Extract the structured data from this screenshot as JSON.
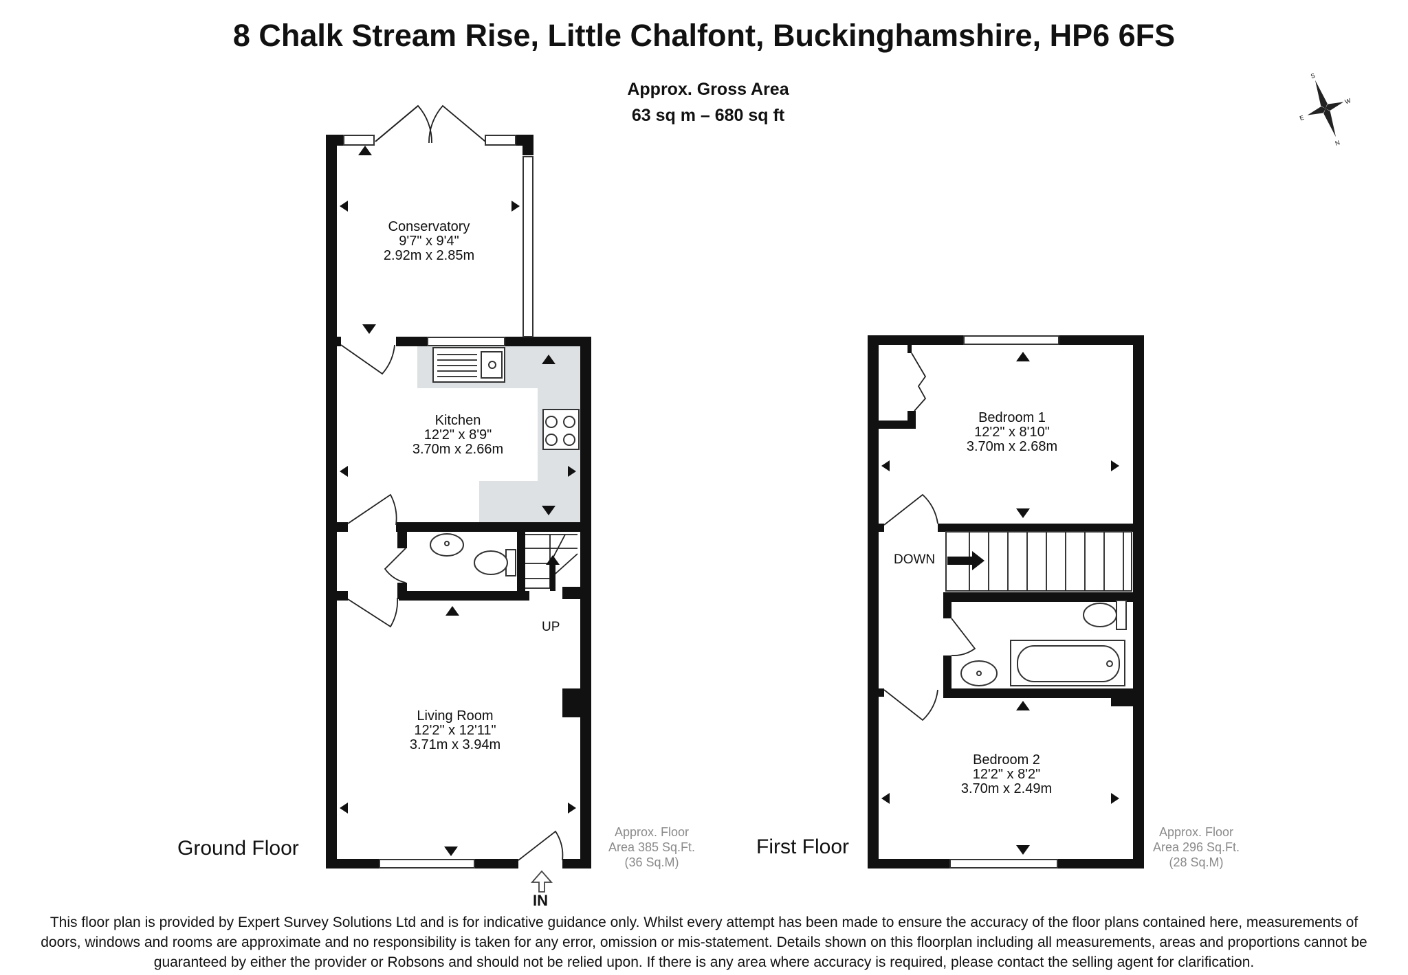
{
  "title": "8 Chalk Stream Rise, Little Chalfont, Buckinghamshire, HP6 6FS",
  "gross_area": {
    "label": "Approx. Gross Area",
    "value": "63 sq m – 680 sq ft"
  },
  "compass": {
    "icon": "compass-rose-icon",
    "letters": [
      "S",
      "W",
      "E",
      "N"
    ]
  },
  "ground_floor": {
    "label": "Ground Floor",
    "area_note": [
      "Approx. Floor",
      "Area 385 Sq.Ft.",
      "(36 Sq.M)"
    ],
    "entrance_label": "IN",
    "stairs_label": "UP",
    "rooms": [
      {
        "name": "Conservatory",
        "imperial": "9'7\"  x 9'4\"",
        "metric": "2.92m  x 2.85m"
      },
      {
        "name": "Kitchen",
        "imperial": "12'2\"  x 8'9\"",
        "metric": "3.70m  x 2.66m"
      },
      {
        "name": "Living Room",
        "imperial": "12'2\"  x 12'11\"",
        "metric": "3.71m  x 3.94m"
      }
    ]
  },
  "first_floor": {
    "label": "First Floor",
    "area_note": [
      "Approx. Floor",
      "Area 296 Sq.Ft.",
      "(28 Sq.M)"
    ],
    "stairs_label": "DOWN",
    "rooms": [
      {
        "name": "Bedroom 1",
        "imperial": "12'2\"  x 8'10\"",
        "metric": "3.70m  x 2.68m"
      },
      {
        "name": "Bedroom 2",
        "imperial": "12'2\"  x 8'2\"",
        "metric": "3.70m  x 2.49m"
      }
    ]
  },
  "disclaimer": [
    "This floor plan is provided by Expert Survey Solutions Ltd and is for indicative guidance only. Whilst every attempt has been made to ensure the accuracy of the floor plans contained here, measurements of",
    "doors, windows and rooms are approximate and no responsibility is taken for any error, omission or mis-statement. Details shown on this floorplan including all measurements, areas and proportions cannot be",
    "guaranteed by either the provider or Robsons and should not be relied upon.  If there is any area where accuracy is required, please contact the selling agent for clarification."
  ],
  "colors": {
    "wall": "#111111",
    "kitchen_counter": "#dde1e3",
    "note_text": "#8a8a8a"
  }
}
